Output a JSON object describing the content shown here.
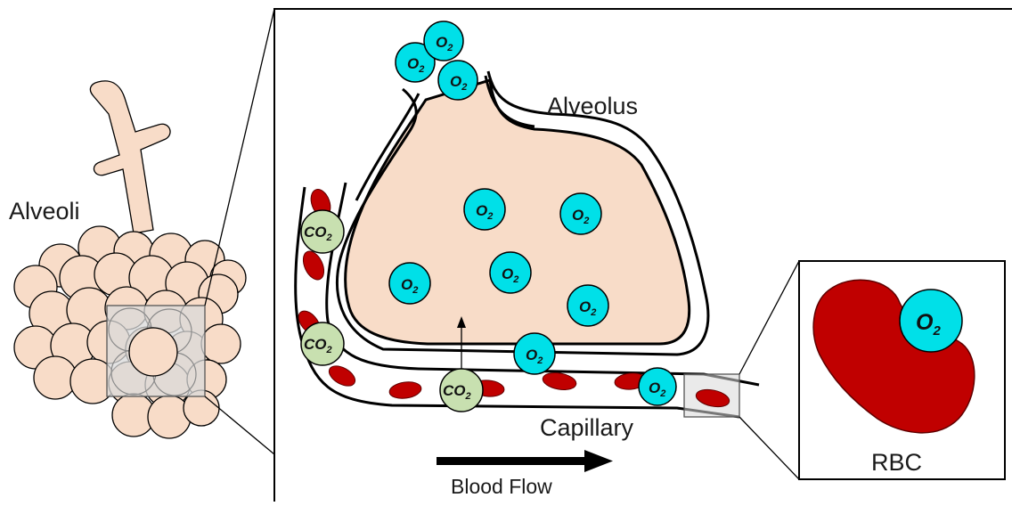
{
  "labels": {
    "alveoli": "Alveoli",
    "alveolus": "Alveolus",
    "capillary": "Capillary",
    "blood_flow": "Blood Flow",
    "rbc": "RBC"
  },
  "molecules": {
    "oxygen": {
      "main": "O",
      "sub": "2"
    },
    "carbon_dioxide": {
      "main": "CO",
      "sub": "2"
    }
  },
  "colors": {
    "tissue": "#f8dcc8",
    "oxygen": "#00e0e8",
    "carbon_dioxide": "#c8e0b0",
    "rbc": "#c00000",
    "outline": "#000000",
    "magnifier": "#d9d9d9"
  }
}
